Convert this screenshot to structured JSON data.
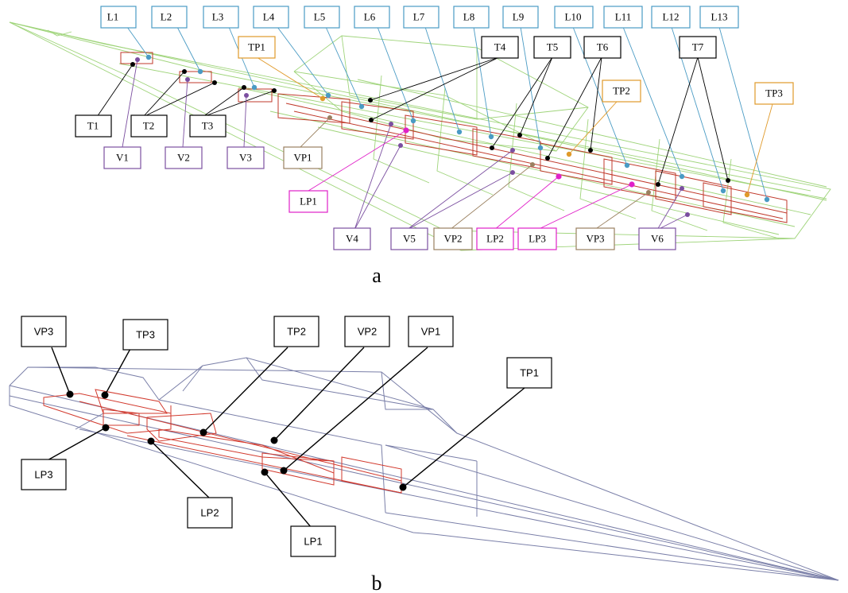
{
  "panel_a": {
    "caption": "a",
    "labels": {
      "L": [
        "L1",
        "L2",
        "L3",
        "L4",
        "L5",
        "L6",
        "L7",
        "L8",
        "L9",
        "L10",
        "L11",
        "L12",
        "L13"
      ],
      "T": [
        "T1",
        "T2",
        "T3",
        "T4",
        "T5",
        "T6",
        "T7"
      ],
      "TP": [
        "TP1",
        "TP2",
        "TP3"
      ],
      "V": [
        "V1",
        "V2",
        "V3",
        "V4",
        "V5",
        "V6"
      ],
      "VP": [
        "VP1",
        "VP2",
        "VP3"
      ],
      "LP": [
        "LP1",
        "LP2",
        "LP3"
      ]
    },
    "colors": {
      "L": "#4a9bc4",
      "T": "#000000",
      "TP": "#e09a2a",
      "V": "#7b4fa0",
      "VP": "#9a8060",
      "LP": "#e020c8",
      "hull": "#9fd47a",
      "frame": "#c0392b"
    }
  },
  "panel_b": {
    "caption": "b",
    "labels": [
      "VP3",
      "TP3",
      "TP2",
      "VP2",
      "VP1",
      "TP1",
      "LP3",
      "LP2",
      "LP1"
    ],
    "colors": {
      "hull": "#7a7fa8",
      "frame": "#d23a2e",
      "box": "#000000"
    }
  }
}
